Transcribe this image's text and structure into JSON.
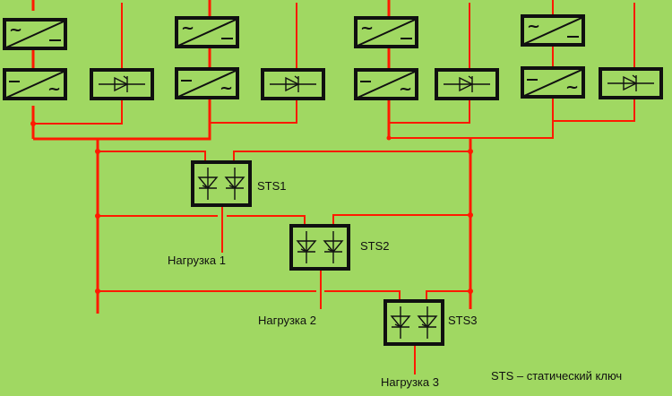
{
  "diagram": {
    "type": "power supply redundancy schematic",
    "colors": {
      "background": "#a0d862",
      "wire": "#ff1a00",
      "outline": "#101010"
    },
    "sources": [
      {
        "id": "ups-1",
        "blocks": [
          "rectifier",
          "inverter",
          "bypass-diode"
        ]
      },
      {
        "id": "ups-2",
        "blocks": [
          "rectifier",
          "inverter",
          "bypass-diode"
        ]
      },
      {
        "id": "ups-3",
        "blocks": [
          "rectifier",
          "inverter",
          "bypass-diode"
        ]
      },
      {
        "id": "ups-4",
        "blocks": [
          "rectifier",
          "inverter",
          "bypass-diode"
        ]
      }
    ],
    "rectifier_symbols": {
      "in": "~",
      "out": "—"
    },
    "inverter_symbols": {
      "in": "—",
      "out": "~"
    },
    "switches": [
      {
        "label": "STS1",
        "load": "Нагрузка 1"
      },
      {
        "label": "STS2",
        "load": "Нагрузка 2"
      },
      {
        "label": "STS3",
        "load": "Нагрузка 3"
      }
    ],
    "legend": "STS – статический ключ"
  }
}
